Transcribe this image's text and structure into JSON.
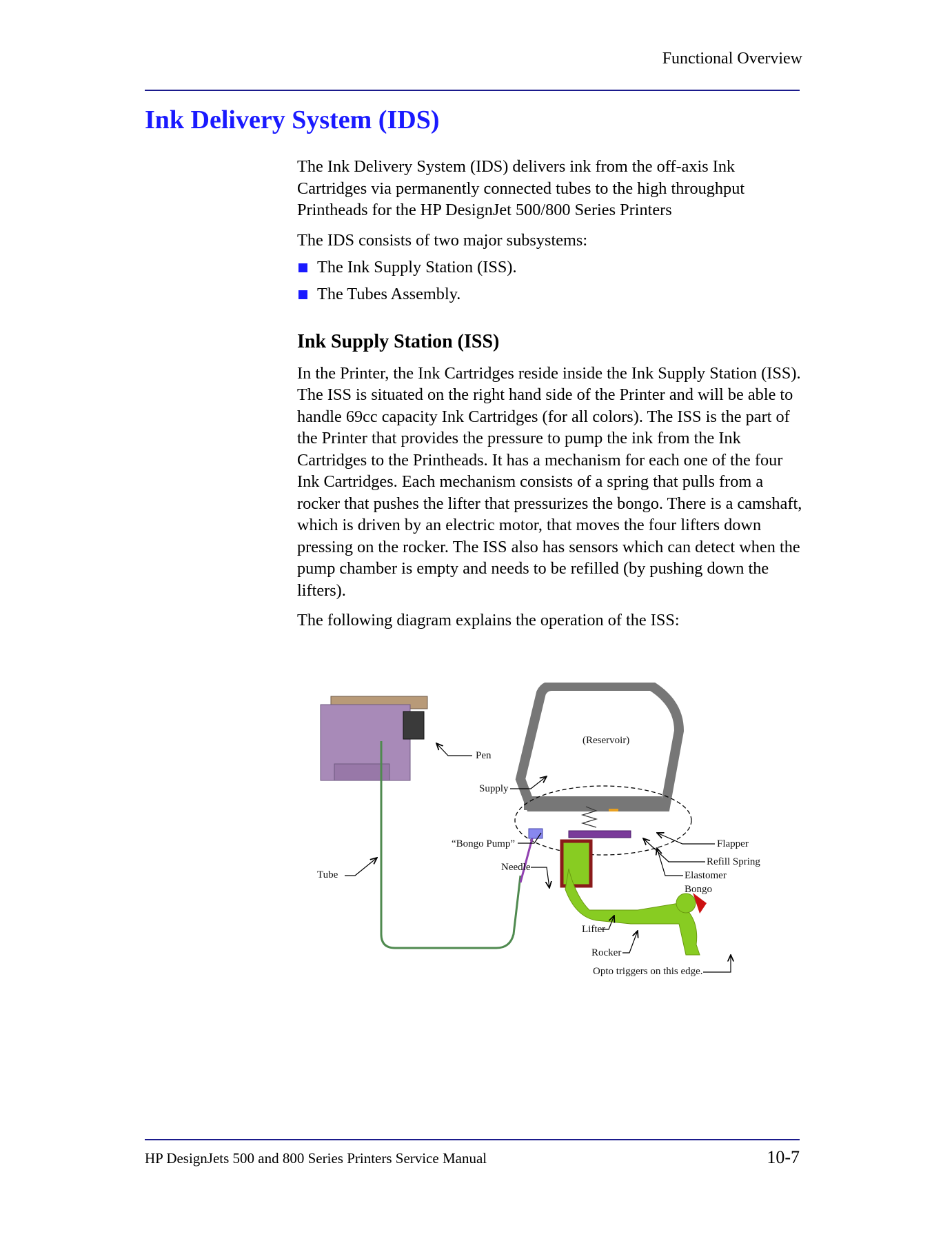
{
  "header": {
    "running_head": "Functional Overview"
  },
  "title": "Ink Delivery System (IDS)",
  "intro": {
    "paragraph1": "The Ink Delivery System (IDS) delivers ink from the off-axis Ink Cartridges via permanently connected tubes to the high throughput Printheads for the HP DesignJet 500/800 Series Printers",
    "paragraph2": "The IDS consists of two major subsystems:",
    "bullets": [
      "The Ink Supply Station (ISS).",
      "The Tubes Assembly."
    ]
  },
  "section": {
    "heading": "Ink Supply Station (ISS)",
    "paragraph1": "In the Printer, the Ink Cartridges reside inside the Ink Supply Station (ISS). The ISS is situated on the right hand side of the Printer and will be able to handle 69cc capacity Ink Cartridges (for all colors). The ISS is the part of the Printer that provides the pressure to pump the ink from the Ink Cartridges to the Printheads. It has a mechanism for each one of the four Ink Cartridges. Each mechanism consists of a spring that pulls from a rocker that pushes the lifter that pressurizes the bongo. There is a camshaft, which is driven by an electric motor, that moves the four lifters down pressing on the rocker. The ISS also has sensors which can detect when the pump chamber is empty and needs to be refilled (by pushing down the lifters).",
    "paragraph2": "The following diagram explains the operation of the ISS:"
  },
  "diagram": {
    "labels": {
      "reservoir": "(Reservoir)",
      "pen": "Pen",
      "supply": "Supply",
      "bongo_pump": "“Bongo Pump”",
      "tube": "Tube",
      "needle": "Needle",
      "flapper": "Flapper",
      "refill_spring": "Refill Spring",
      "elastomer": "Elastomer",
      "bongo": "Bongo",
      "lifter": "Lifter",
      "rocker": "Rocker",
      "opto": "Opto triggers on this edge."
    },
    "colors": {
      "pen_body": "#a88ab8",
      "pen_top": "#b89a78",
      "tube": "#4f8a4f",
      "reservoir": "#777777",
      "needle": "#9040b0",
      "bongo": "#8a1a1a",
      "rocker": "#88cc22",
      "flapper": "#e8a020",
      "red_tip": "#cc1111"
    }
  },
  "footer": {
    "manual": "HP DesignJets 500 and 800 Series Printers Service Manual",
    "page": "10-7"
  }
}
